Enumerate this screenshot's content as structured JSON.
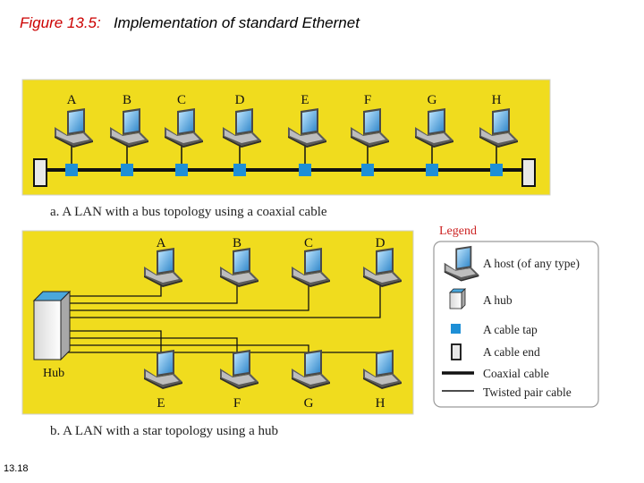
{
  "title": {
    "figure": "Figure 13.5:",
    "text": "Implementation of standard Ethernet"
  },
  "bus": {
    "hosts": [
      "A",
      "B",
      "C",
      "D",
      "E",
      "F",
      "G",
      "H"
    ],
    "caption": "a. A LAN with a  bus topology using a coaxial cable"
  },
  "star": {
    "top_hosts": [
      "A",
      "B",
      "C",
      "D"
    ],
    "bottom_hosts": [
      "E",
      "F",
      "G",
      "H"
    ],
    "hub_label": "Hub",
    "caption": "b. A LAN with a star topology using a hub"
  },
  "legend": {
    "title": "Legend",
    "items": [
      {
        "label": "A host (of any type)",
        "icon": "laptop-icon"
      },
      {
        "label": "A hub",
        "icon": "hub-icon"
      },
      {
        "label": "A cable tap",
        "icon": "cable-tap-icon"
      },
      {
        "label": "A cable end",
        "icon": "cable-end-icon"
      },
      {
        "label": "Coaxial cable",
        "icon": "coaxial-cable-line"
      },
      {
        "label": "Twisted pair cable",
        "icon": "twisted-pair-line"
      }
    ]
  },
  "page_number": "13.18",
  "colors": {
    "panel": "#f0dc1e",
    "tap": "#1e8fd6",
    "title_accent": "#cc0000",
    "legend_title": "#cc2222"
  }
}
